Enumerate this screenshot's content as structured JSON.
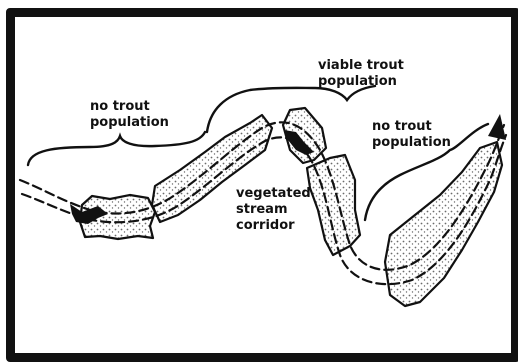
{
  "labels": {
    "left": "no trout\npopulation",
    "middle": "viable trout\npopulation",
    "right": "no trout\npopulation",
    "corridor": "vegetated\nstream\ncorridor"
  },
  "colors": {
    "ink": "#111111",
    "speckle": "#6b6b6b",
    "background": "#ffffff"
  },
  "icons": [
    "fish-icon",
    "fish-icon",
    "arrowhead-icon"
  ]
}
